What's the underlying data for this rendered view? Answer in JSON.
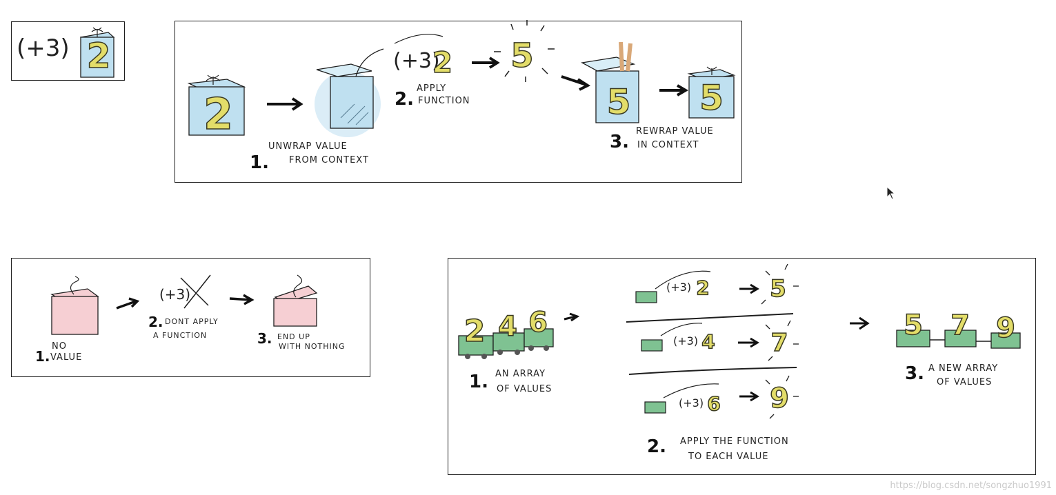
{
  "colors": {
    "box_blue": "#bfe0f0",
    "box_pink": "#f6cfd3",
    "cart_green": "#7fc292",
    "number_yellow": "#e3dd69",
    "stroke": "#1e1e1e"
  },
  "legend_panel": {
    "fn": "(+3)",
    "value": "2"
  },
  "functor_panel": {
    "input_value": "2",
    "fn": "(+3)",
    "fn_value": "2",
    "result": "5",
    "wrapped_result": "5",
    "wrapped_final": "5",
    "step1_num": "1.",
    "step1_line1": "Unwrap value",
    "step1_line2": "from context",
    "step2_num": "2.",
    "step2_line1": "Apply",
    "step2_line2": "function",
    "step3_num": "3.",
    "step3_line1": "Rewrap value",
    "step3_line2": "in context"
  },
  "maybe_panel": {
    "fn": "(+3)",
    "step1_num": "1.",
    "step1_line1": "No",
    "step1_line2": "value",
    "step2_num": "2.",
    "step2_line1": "Dont apply",
    "step2_line2": "a function",
    "step3_num": "3.",
    "step3_line1": "End up",
    "step3_line2": "with nothing"
  },
  "array_panel": {
    "input_values": [
      "2",
      "4",
      "6"
    ],
    "rows": [
      {
        "fn": "(+3)",
        "value": "2",
        "result": "5"
      },
      {
        "fn": "(+3)",
        "value": "4",
        "result": "7"
      },
      {
        "fn": "(+3)",
        "value": "6",
        "result": "9"
      }
    ],
    "output_values": [
      "5",
      "7",
      "9"
    ],
    "step1_num": "1.",
    "step1_line1": "An array",
    "step1_line2": "of values",
    "step2_num": "2.",
    "step2_line1": "Apply the function",
    "step2_line2": "to each value",
    "step3_num": "3.",
    "step3_line1": "A new array",
    "step3_line2": "of values"
  },
  "watermark": "https://blog.csdn.net/songzhuo1991"
}
